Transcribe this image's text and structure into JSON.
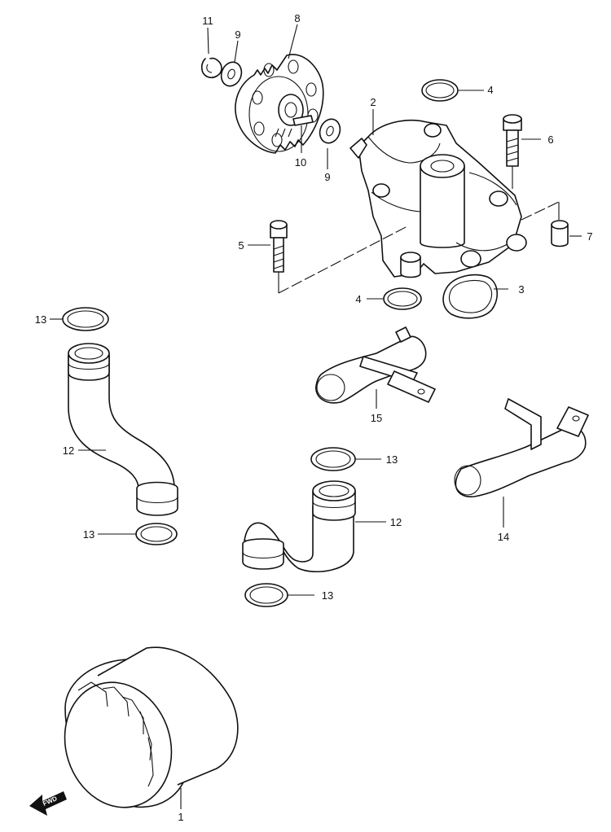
{
  "callouts": [
    {
      "number": "1"
    },
    {
      "number": "2"
    },
    {
      "number": "3"
    },
    {
      "number": "4"
    },
    {
      "number": "4"
    },
    {
      "number": "5"
    },
    {
      "number": "6"
    },
    {
      "number": "7"
    },
    {
      "number": "8"
    },
    {
      "number": "9"
    },
    {
      "number": "9"
    },
    {
      "number": "10"
    },
    {
      "number": "11"
    },
    {
      "number": "12"
    },
    {
      "number": "12"
    },
    {
      "number": "13"
    },
    {
      "number": "13"
    },
    {
      "number": "13"
    },
    {
      "number": "13"
    },
    {
      "number": "14"
    },
    {
      "number": "15"
    }
  ],
  "direction_badge": {
    "text": "FWD"
  },
  "colors": {
    "line": "#111111",
    "background": "#ffffff"
  }
}
